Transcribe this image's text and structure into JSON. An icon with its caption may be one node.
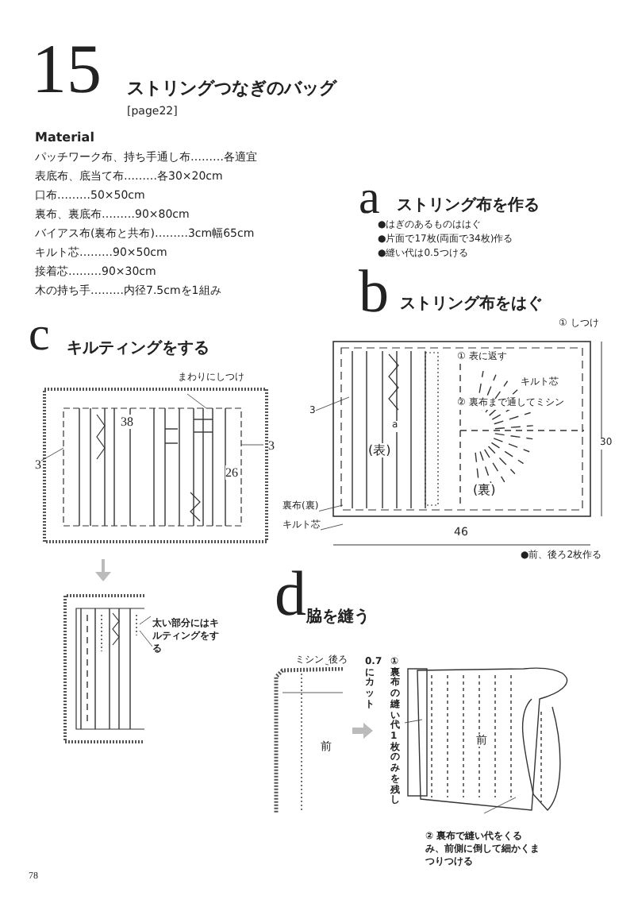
{
  "diagram": {
    "title": "ストリングつなぎのバッグ",
    "labels": [
      "15",
      "[page22]",
      "Material",
      "パッチワーク布、持ち手通し布………各適宜",
      "表底布、底当て布………各30×20cm",
      "口布………50×50cm",
      "裏布、裏底布………90×80cm",
      "バイアス布(裏布と共布)………3cm幅65cm",
      "キルト芯………90×50cm",
      "接着芯………90×30cm",
      "木の持ち手………内径7.5cmを1組み",
      "a",
      "ストリング布を作る",
      "●はぎのあるものははぐ",
      "●片面で17枚(両面で34枚)作る",
      "●縫い代は0.5つける",
      "b",
      "ストリング布をはぐ",
      "① しつけ",
      "① 表に返す",
      "キルト芯",
      "② 裏布まで通してミシン",
      "3",
      "a",
      "(表)",
      "30",
      "(裏)",
      "裏布(裏)",
      "キルト芯",
      "46",
      "●前、後ろ2枚作る",
      "c",
      "キルティングをする",
      "まわりにしつけ",
      "38",
      "3",
      "3",
      "26",
      "太い部分にはキルティングをする",
      "d",
      "脇を縫う",
      "ミシン",
      "後ろ",
      "前",
      "①裏布の縫い代1枚のみを残し",
      "0.7にカット",
      "前",
      "② 裏布で縫い代をくるみ、前側に倒して細かくまつりつける",
      "78"
    ]
  }
}
